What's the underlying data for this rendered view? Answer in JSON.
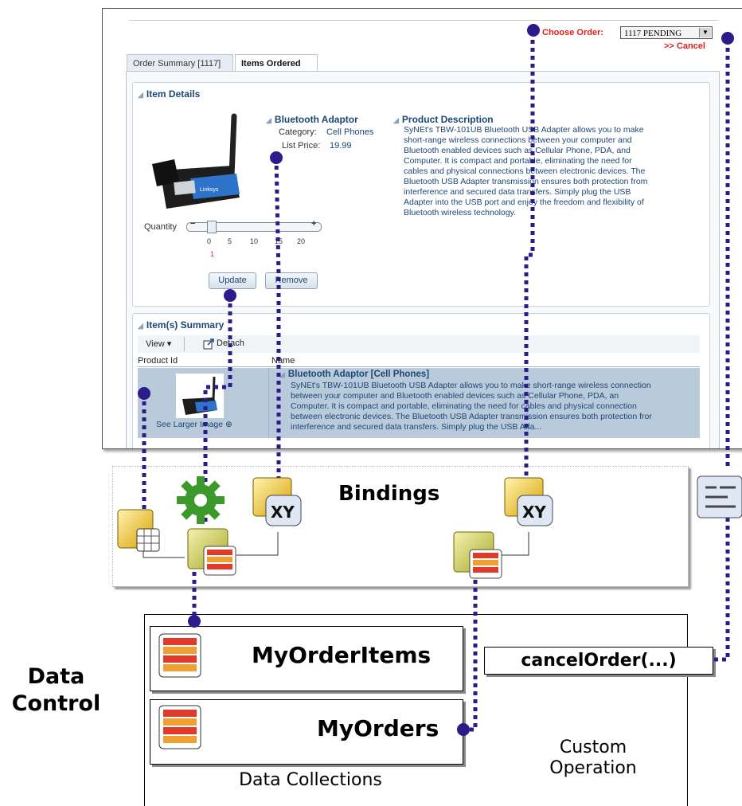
{
  "screenshot": {
    "choose_order_label": "Choose Order:",
    "choose_order_value": "1117 PENDING",
    "cancel_link": ">> Cancel",
    "tabs": [
      "Order Summary [1117]",
      "Items Ordered"
    ],
    "item_details": {
      "header": "Item Details",
      "product_name": "Bluetooth Adaptor",
      "category_label": "Category:",
      "category_value": "Cell Phones",
      "list_price_label": "List Price:",
      "list_price_value": "19.99",
      "description_header": "Product Description",
      "description_lines": [
        "SyNEt's TBW-101UB Bluetooth USB Adapter allows you to make",
        "short-range wireless connections between your computer and",
        "Bluetooth enabled devices such as Cellular Phone, PDA, and",
        "Computer. It is compact and portable, eliminating the need for",
        "cables and physical connections between electronic devices. The",
        "Bluetooth USB Adapter transmission ensures both protection from",
        "interference and secured data transfers. Simply plug the USB",
        "Adapter into the USB port and enjoy the freedom and flexibility of",
        "Bluetooth wireless technology."
      ],
      "quantity_label": "Quantity",
      "quantity_minus": "−",
      "quantity_plus": "+",
      "quantity_ticks": [
        "0",
        "5",
        "10",
        "15",
        "20"
      ],
      "quantity_value": "1",
      "update_button": "Update",
      "remove_button": "Remove"
    },
    "items_summary": {
      "header": "Item(s) Summary",
      "view_menu": "View ▾",
      "detach_button": "Detach",
      "col_product_id": "Product Id",
      "col_name": "Name",
      "row_title": "Bluetooth Adaptor [Cell Phones]",
      "row_desc_lines": [
        "SyNEt's TBW-101UB Bluetooth USB Adapter allows you to make short-range wireless connection",
        "between your computer and Bluetooth enabled devices such as Cellular Phone, PDA, an",
        "Computer. It is compact and portable, eliminating the need for cables and physical connection",
        "between electronic devices. The Bluetooth USB Adapter transmission ensures both protection fror",
        "interference and secured data transfers. Simply plug the USB Ada..."
      ],
      "see_larger_image": "See Larger Image"
    }
  },
  "bindings": {
    "title": "Bindings"
  },
  "data_control": {
    "label_line1": "Data",
    "label_line2": "Control",
    "collections": [
      "MyOrderItems",
      "MyOrders"
    ],
    "collections_caption": "Data Collections",
    "operation": "cancelOrder(...)",
    "operation_caption_line1": "Custom",
    "operation_caption_line2": "Operation"
  },
  "colors": {
    "connector": "#2b1b8c",
    "link_red": "#e02020",
    "adf_blue": "#1c4775"
  }
}
